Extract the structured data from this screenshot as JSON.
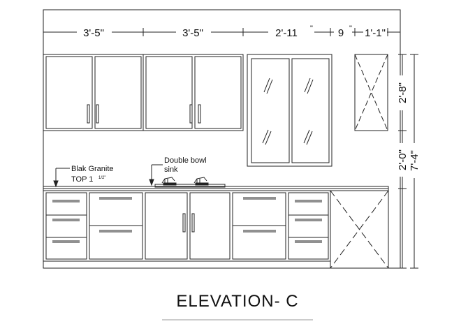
{
  "dimensions": {
    "top": [
      "3'-5\"",
      "3'-5\"",
      "2'-11",
      "\"",
      "9",
      "\"",
      "1'-1\""
    ],
    "side": [
      "2'-8\"",
      "2'-0\"",
      "7'-4\""
    ]
  },
  "notes": {
    "granite": [
      "Blak Granite",
      "TOP 1",
      "1/2\""
    ],
    "sink": [
      "Double bowl",
      "sink"
    ]
  },
  "title": "ELEVATION- C"
}
